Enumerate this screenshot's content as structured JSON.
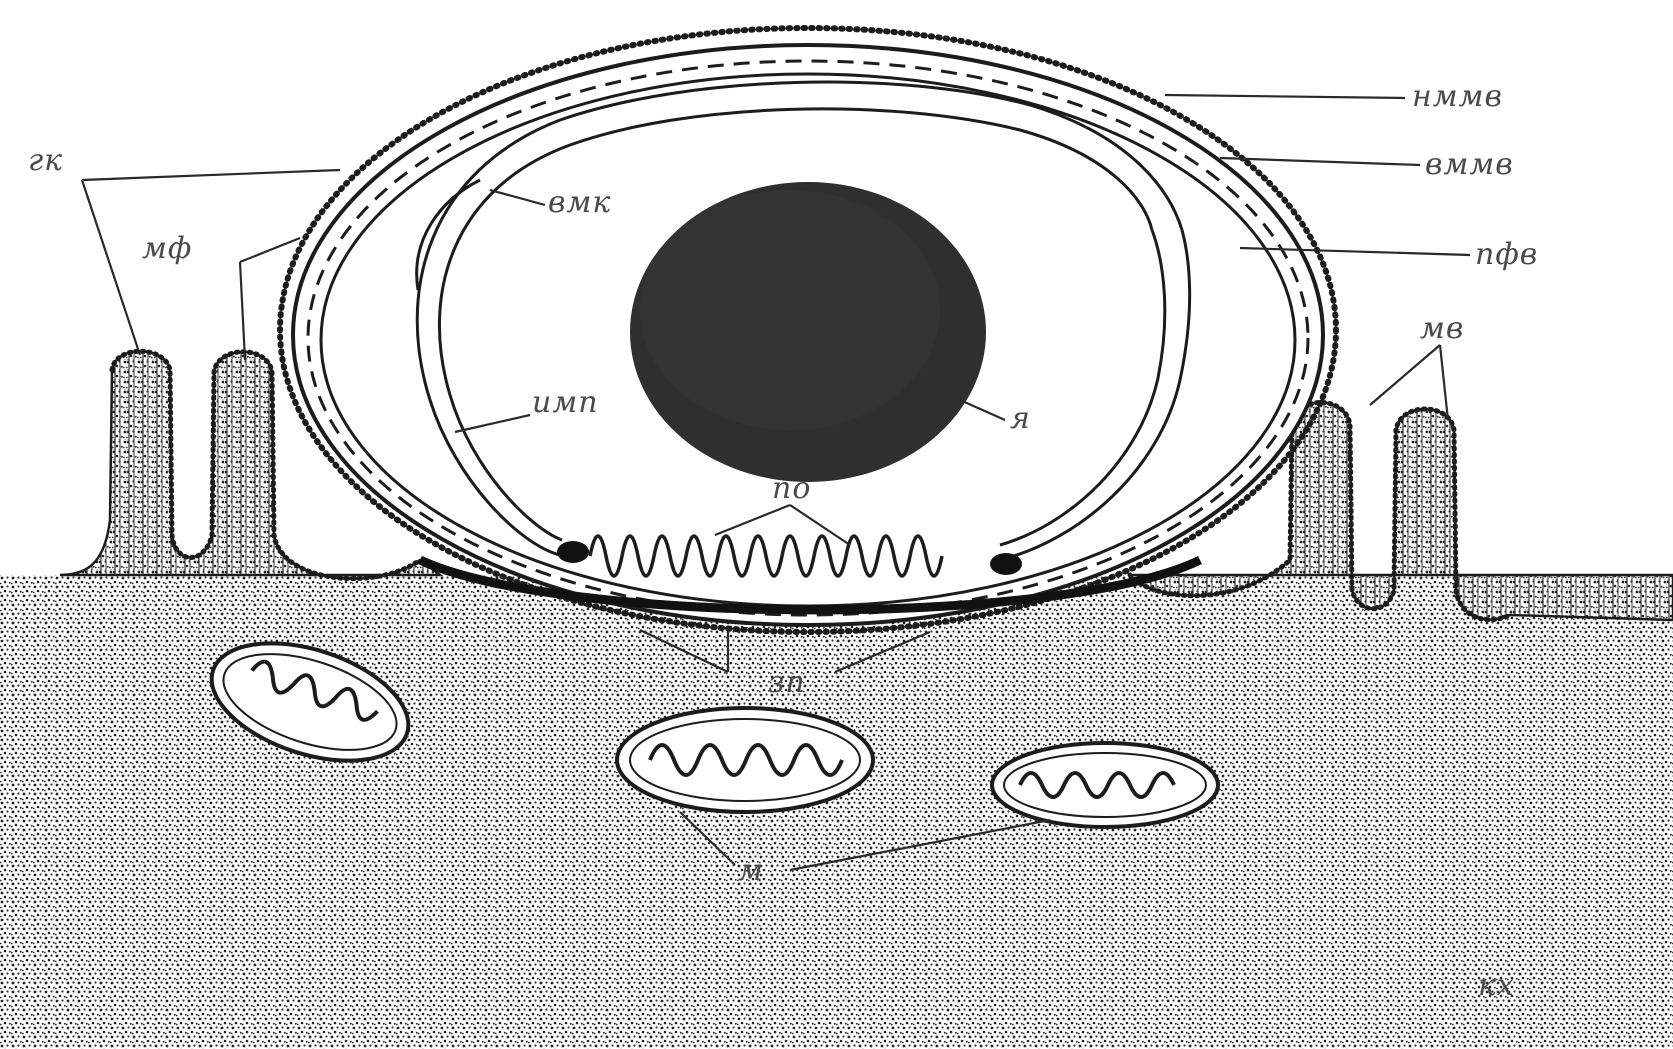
{
  "labels": {
    "gk": "гк",
    "mf": "мф",
    "vmk": "вмк",
    "imp": "имп",
    "ya": "я",
    "po": "по",
    "nmmv": "нммв",
    "vmmv": "вммв",
    "pfv": "пфв",
    "mv": "мв",
    "zp": "зп",
    "m": "м",
    "kh": "кх"
  },
  "colors": {
    "ink": "#1c1c1c",
    "label": "#4b4b4b",
    "nucleus": "#2f2f2f",
    "cytoplasm_dot": "#2b2b2b"
  }
}
